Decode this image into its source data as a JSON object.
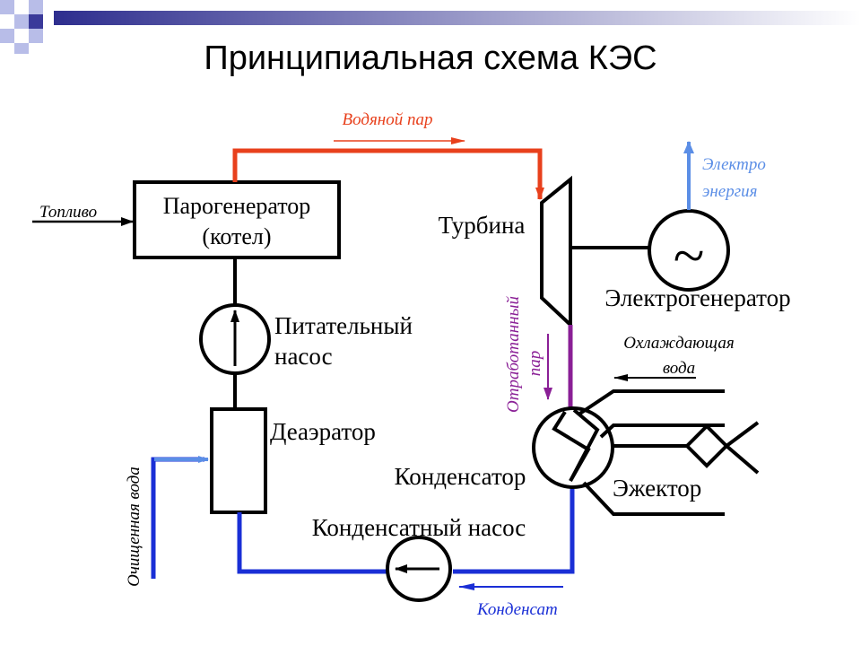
{
  "title": "Принципиальная схема КЭС",
  "labels": {
    "steam": "Водяной пар",
    "fuel": "Топливо",
    "boiler_line1": "Парогенератор",
    "boiler_line2": "(котел)",
    "turbine": "Турбина",
    "electro_line1": "Электро",
    "electro_line2": "энергия",
    "generator": "Электрогенератор",
    "generator_symbol": "~",
    "exhaust_line1": "Отработанный",
    "exhaust_line2": "пар",
    "feed_pump_line1": "Питательный",
    "feed_pump_line2": "насос",
    "cooling_line1": "Охлаждающая",
    "cooling_line2": "вода",
    "deaerator": "Деаэратор",
    "condenser": "Конденсатор",
    "ejector": "Эжектор",
    "purified_water": "Очищенная вода",
    "condensate_pump": "Конденсатный насос",
    "condensate": "Конденсат"
  },
  "colors": {
    "steam": "#e8401c",
    "exhaust": "#8a1f96",
    "electricity": "#5b8ee6",
    "water": "#1a2fd6",
    "header_dark": "#3a3a9a",
    "header_light": "#b8bde8"
  }
}
